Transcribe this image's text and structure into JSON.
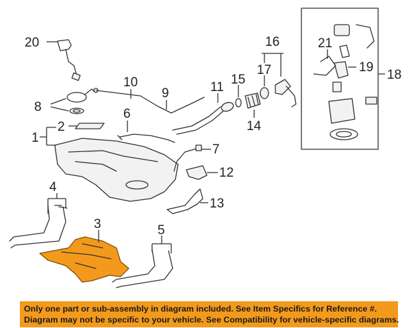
{
  "diagram": {
    "callouts": {
      "c1": "1",
      "c2": "2",
      "c3": "3",
      "c4": "4",
      "c5": "5",
      "c6": "6",
      "c7": "7",
      "c8": "8",
      "c9": "9",
      "c10": "10",
      "c11": "11",
      "c12": "12",
      "c13": "13",
      "c14": "14",
      "c15": "15",
      "c16": "16",
      "c17": "17",
      "c18": "18",
      "c19": "19",
      "c20": "20",
      "c21": "21"
    },
    "highlight_color": "#f39a1c"
  },
  "notice": {
    "line1": "Only one part or sub-assembly in diagram included. See Item Specifics for Reference #.",
    "line2": "Diagram may not be specific to your vehicle. See Compatibility for vehicle-specific diagrams."
  }
}
